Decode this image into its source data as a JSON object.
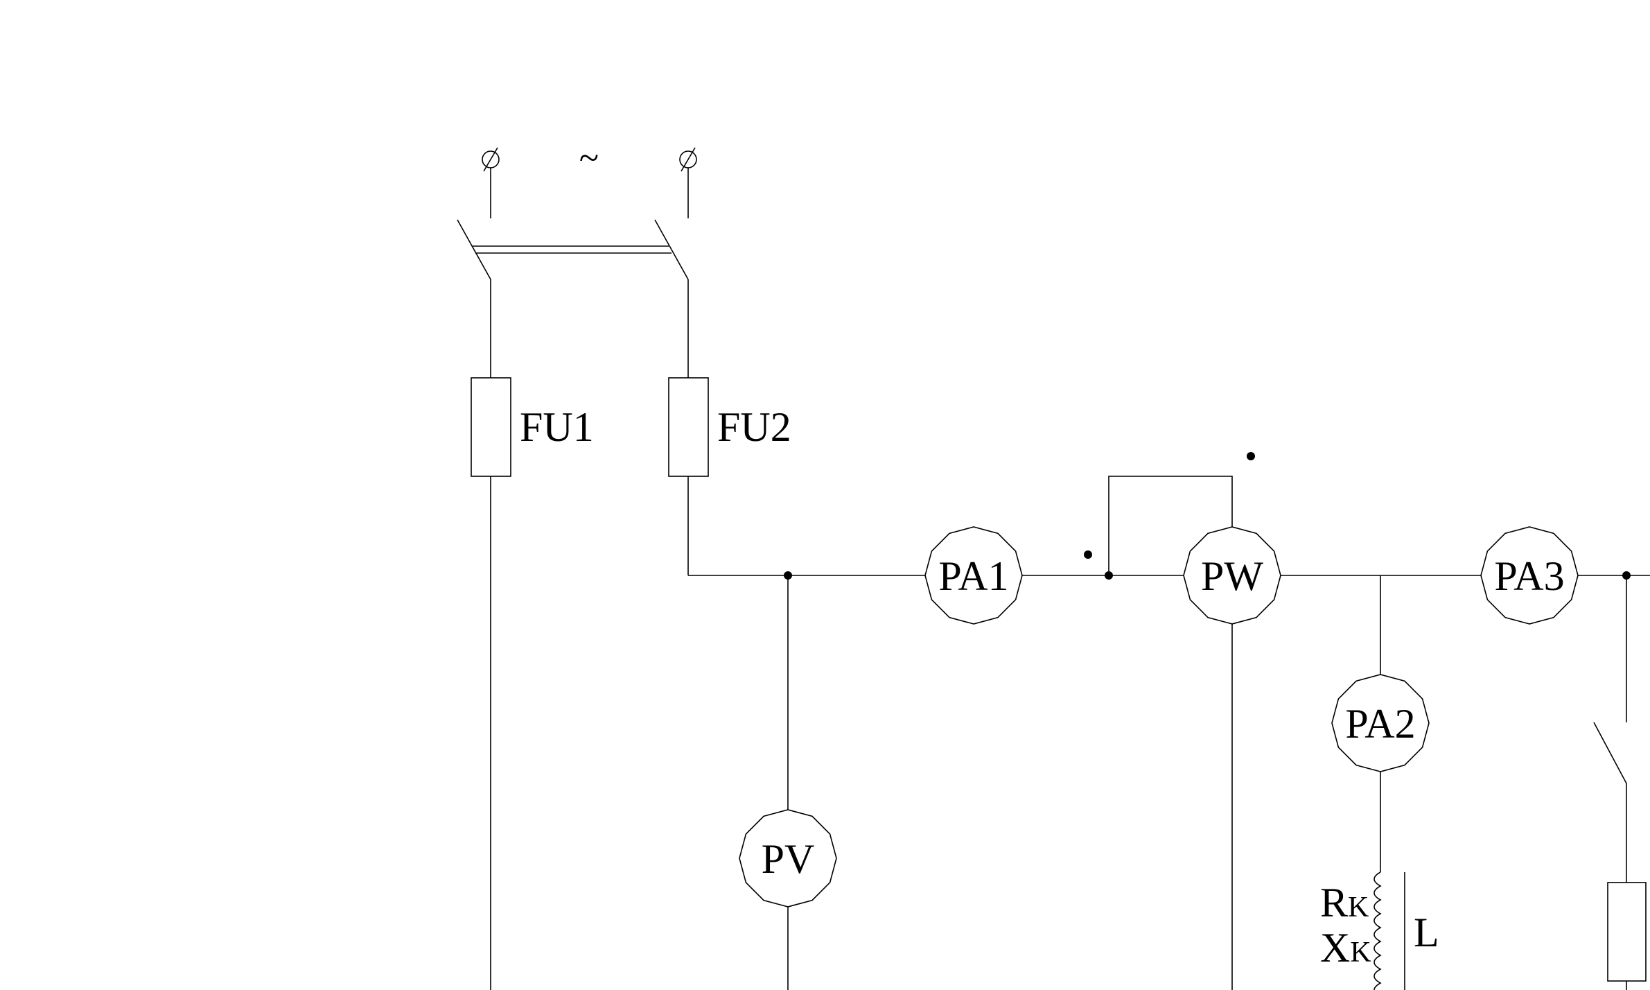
{
  "supply": {
    "symbol": "~"
  },
  "fuses": [
    {
      "id": "FU1",
      "label": "FU1"
    },
    {
      "id": "FU2",
      "label": "FU2"
    }
  ],
  "meters": [
    {
      "id": "PA1",
      "label": "PA1"
    },
    {
      "id": "PW",
      "label": "PW"
    },
    {
      "id": "PA3",
      "label": "PA3"
    },
    {
      "id": "PA2",
      "label": "PA2"
    },
    {
      "id": "PV",
      "label": "PV"
    }
  ],
  "coil": {
    "r_label": "R",
    "r_sub": "K",
    "x_label": "X",
    "x_sub": "K",
    "l_label": "L"
  }
}
